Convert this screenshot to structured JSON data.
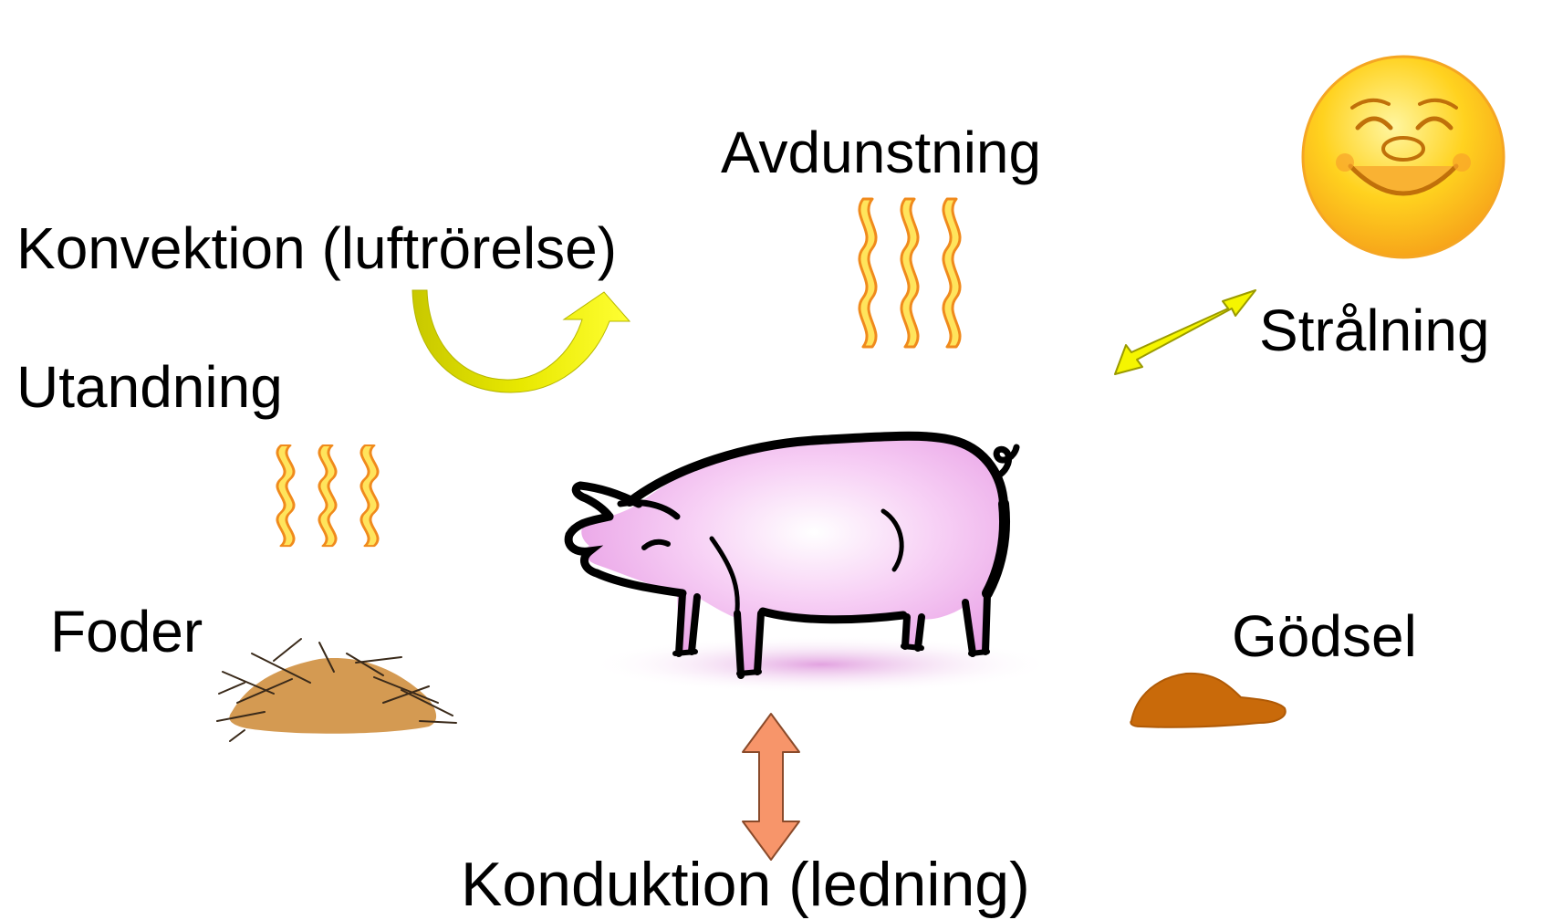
{
  "labels": {
    "konvektion": "Konvektion (luftrörelse)",
    "avdunstning": "Avdunstning",
    "utandning": "Utandning",
    "stralning": "Strålning",
    "foder": "Foder",
    "godsel": "Gödsel",
    "konduktion": "Konduktion (ledning)"
  },
  "colors": {
    "pig_body": "#f2b8f0",
    "pig_outline": "#000000",
    "sun": "#ffd21f",
    "sun_rays": "#ffec3a",
    "wave_fill": "#ffe45c",
    "wave_stroke": "#f08a1c",
    "convection_arrow": "#f5f500",
    "radiation_arrow": "#f5f500",
    "conduction_arrow": "#f7956a",
    "feed": "#d49a52",
    "manure": "#c96a0a"
  }
}
